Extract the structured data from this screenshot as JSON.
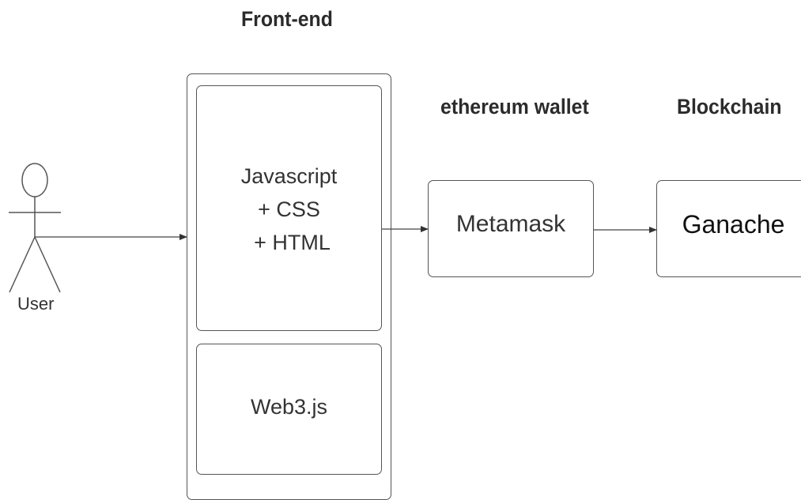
{
  "headings": {
    "frontend": "Front-end",
    "wallet": "ethereum wallet",
    "blockchain": "Blockchain"
  },
  "actor": {
    "label": "User"
  },
  "frontend": {
    "ui_box": {
      "line1": "Javascript",
      "line2": "+ CSS",
      "line3": "+ HTML"
    },
    "lib_box": {
      "label": "Web3.js"
    }
  },
  "wallet_box": {
    "label": "Metamask"
  },
  "blockchain_box": {
    "label": "Ganache"
  },
  "colors": {
    "stroke": "#555555",
    "text": "#333333",
    "heading": "#2b2b2b"
  }
}
